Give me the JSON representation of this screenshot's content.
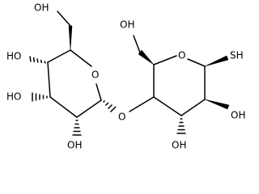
{
  "molecule": {
    "labels": {
      "oh_c6_left": "OH",
      "oh_c4_left": "HO",
      "oh_c3_left": "HO",
      "oh_c2_left": "OH",
      "ring_o_left": "O",
      "glyco_o": "O",
      "oh_c6_right": "OH",
      "ring_o_right": "O",
      "sh": "SH",
      "oh_c2_right": "OH",
      "oh_c3_right": "OH"
    },
    "colors": {
      "ink": "#000000",
      "background": "#ffffff"
    }
  }
}
